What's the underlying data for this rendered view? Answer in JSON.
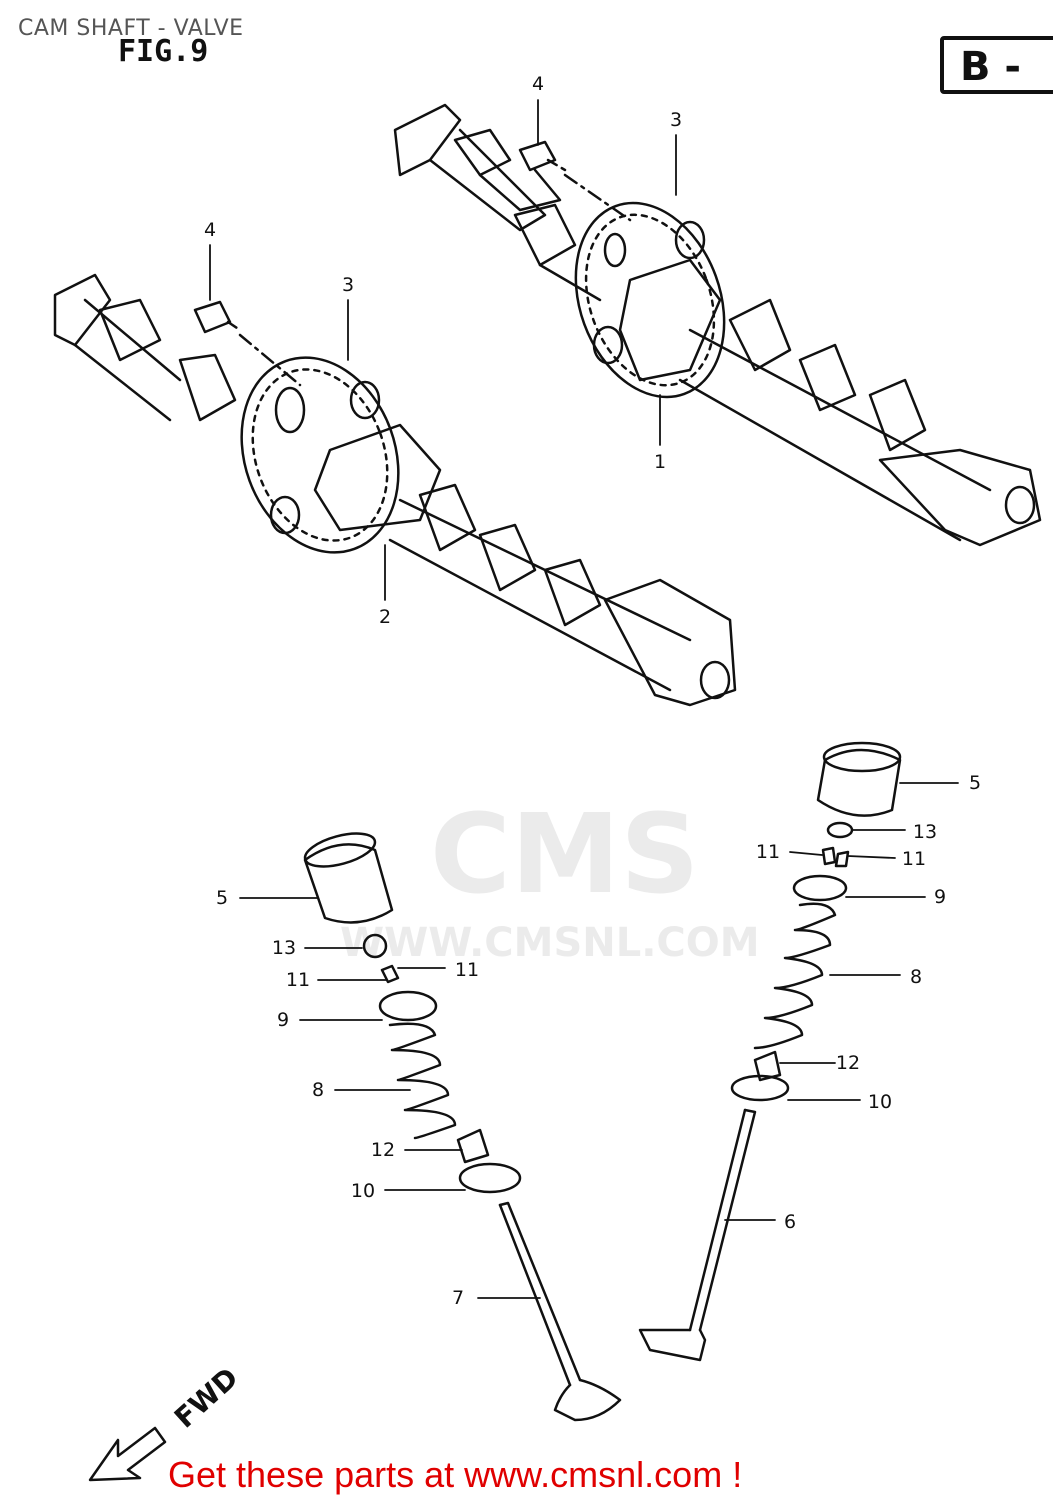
{
  "header": {
    "title": "CAM SHAFT - VALVE",
    "figure": "FIG.9",
    "section": "B -"
  },
  "callouts": {
    "c1": "1",
    "c2": "2",
    "c3a": "3",
    "c3b": "3",
    "c4a": "4",
    "c4b": "4",
    "c5a": "5",
    "c5b": "5",
    "c6": "6",
    "c7": "7",
    "c8a": "8",
    "c8b": "8",
    "c9a": "9",
    "c9b": "9",
    "c10a": "10",
    "c10b": "10",
    "c11a": "11",
    "c11b": "11",
    "c11c": "11",
    "c11d": "11",
    "c12a": "12",
    "c12b": "12",
    "c13a": "13",
    "c13b": "13"
  },
  "direction": {
    "label": "FWD"
  },
  "watermark": {
    "logo": "CMS",
    "url": "WWW.CMSNL.COM"
  },
  "footer": {
    "cta": "Get these parts at www.cmsnl.com !"
  },
  "colors": {
    "ink": "#111111",
    "cta": "#e00000",
    "watermark": "#ebebeb",
    "title": "#555555"
  }
}
